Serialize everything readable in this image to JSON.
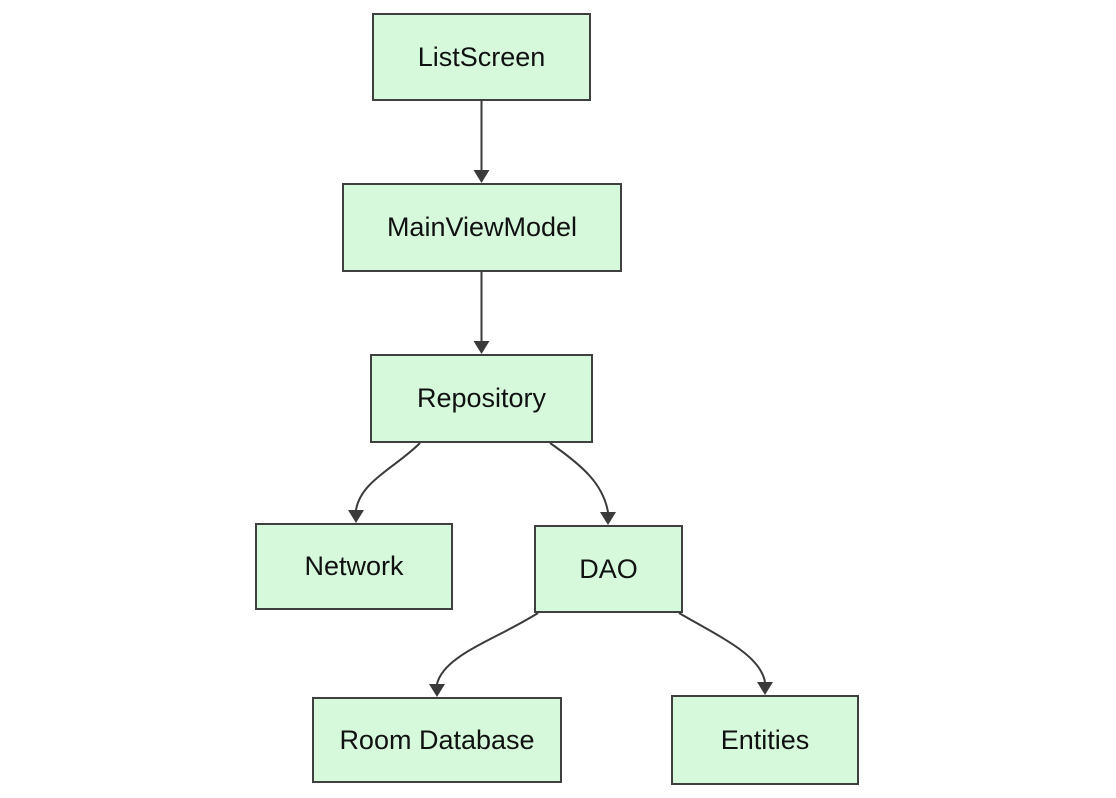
{
  "diagram": {
    "type": "flowchart",
    "direction": "top-down",
    "nodes": [
      {
        "id": "listscreen",
        "label": "ListScreen"
      },
      {
        "id": "mainviewmodel",
        "label": "MainViewModel"
      },
      {
        "id": "repository",
        "label": "Repository"
      },
      {
        "id": "network",
        "label": "Network"
      },
      {
        "id": "dao",
        "label": "DAO"
      },
      {
        "id": "roomdatabase",
        "label": "Room Database"
      },
      {
        "id": "entities",
        "label": "Entities"
      }
    ],
    "edges": [
      {
        "from": "ListScreen",
        "to": "MainViewModel"
      },
      {
        "from": "MainViewModel",
        "to": "Repository"
      },
      {
        "from": "Repository",
        "to": "Network"
      },
      {
        "from": "Repository",
        "to": "DAO"
      },
      {
        "from": "DAO",
        "to": "Room Database"
      },
      {
        "from": "DAO",
        "to": "Entities"
      }
    ],
    "colors": {
      "node_fill": "#d5f9da",
      "node_border": "#3f3f3f",
      "edge": "#3a3a3a",
      "text": "#111111",
      "background": "#ffffff"
    }
  }
}
